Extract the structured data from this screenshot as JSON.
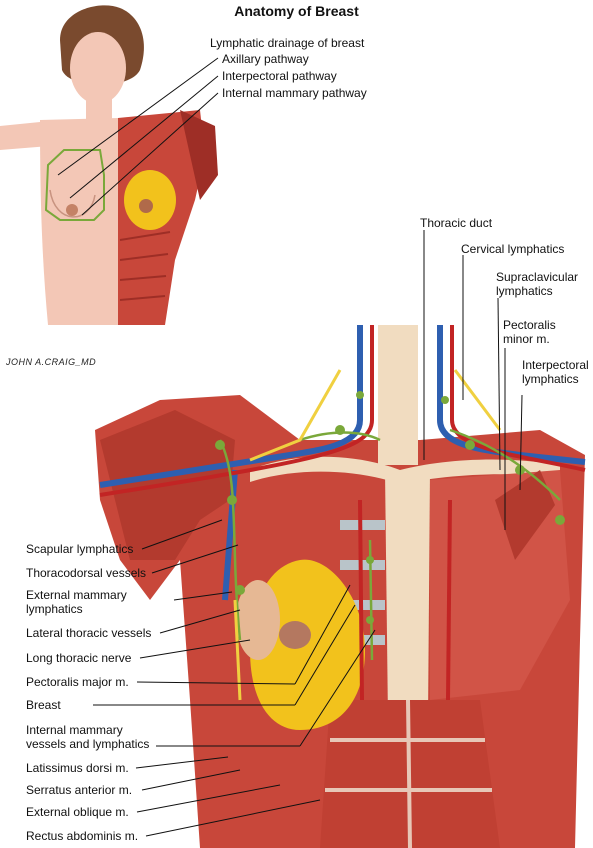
{
  "title": "Anatomy of Breast",
  "signature": "JOHN A.CRAIG_MD",
  "inset": {
    "group_label": "Lymphatic drainage of breast",
    "pathways": [
      "Axillary pathway",
      "Interpectoral pathway",
      "Internal mammary pathway"
    ]
  },
  "labels": {
    "thoracic_duct": "Thoracic duct",
    "cervical_lymphatics": "Cervical lymphatics",
    "supraclavicular_lymphatics": "Supraclavicular\nlymphatics",
    "pectoralis_minor": "Pectoralis\nminor m.",
    "interpectoral_lymphatics": "Interpectoral\nlymphatics",
    "scapular_lymphatics": "Scapular lymphatics",
    "thoracodorsal_vessels": "Thoracodorsal vessels",
    "external_mammary_lymphatics": "External mammary\nlymphatics",
    "lateral_thoracic_vessels": "Lateral thoracic vessels",
    "long_thoracic_nerve": "Long thoracic nerve",
    "pectoralis_major": "Pectoralis major m.",
    "breast": "Breast",
    "internal_mammary_vessels": "Internal mammary\nvessels and lymphatics",
    "latissimus_dorsi": "Latissimus dorsi m.",
    "serratus_anterior": "Serratus anterior m.",
    "external_oblique": "External oblique m.",
    "rectus_abdominis": "Rectus abdominis m."
  },
  "colors": {
    "muscle": "#c8473a",
    "muscle_dark": "#9e2e26",
    "skin": "#f3c7b6",
    "gland": "#f2c21c",
    "bone": "#f1dcc0",
    "cartilage": "#b9c4c9",
    "vein": "#2e5fb0",
    "artery": "#c22424",
    "lymph": "#7aa83a",
    "nerve": "#f0d040",
    "hair": "#7a4a2e",
    "leader": "#111111"
  }
}
